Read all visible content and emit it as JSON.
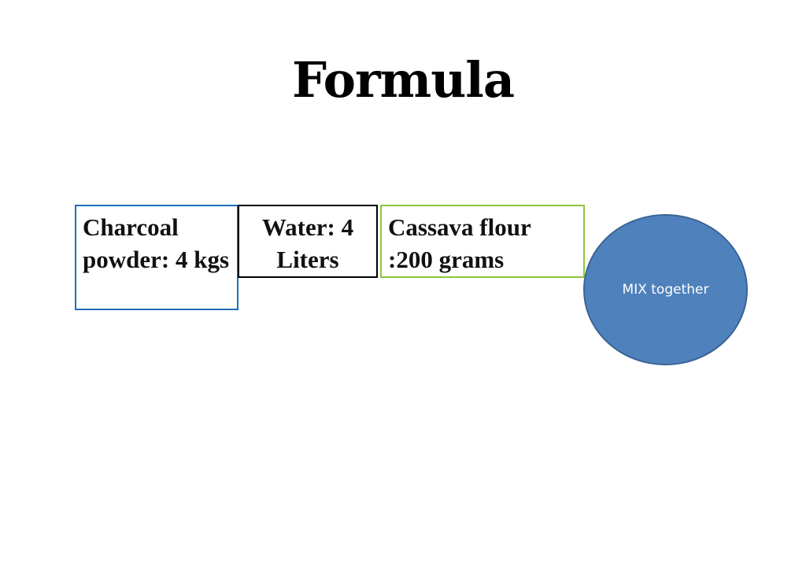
{
  "title": "Formula",
  "ingredients": [
    {
      "label": "Charcoal powder: 4 kgs",
      "border_color": "#1f6fb8"
    },
    {
      "label": "Water: 4 Liters",
      "border_color": "#000000"
    },
    {
      "label": "Cassava flour :200 grams",
      "border_color": "#8cc63f"
    }
  ],
  "mix": {
    "label": "MIX together",
    "fill_color": "#4f81bd"
  }
}
